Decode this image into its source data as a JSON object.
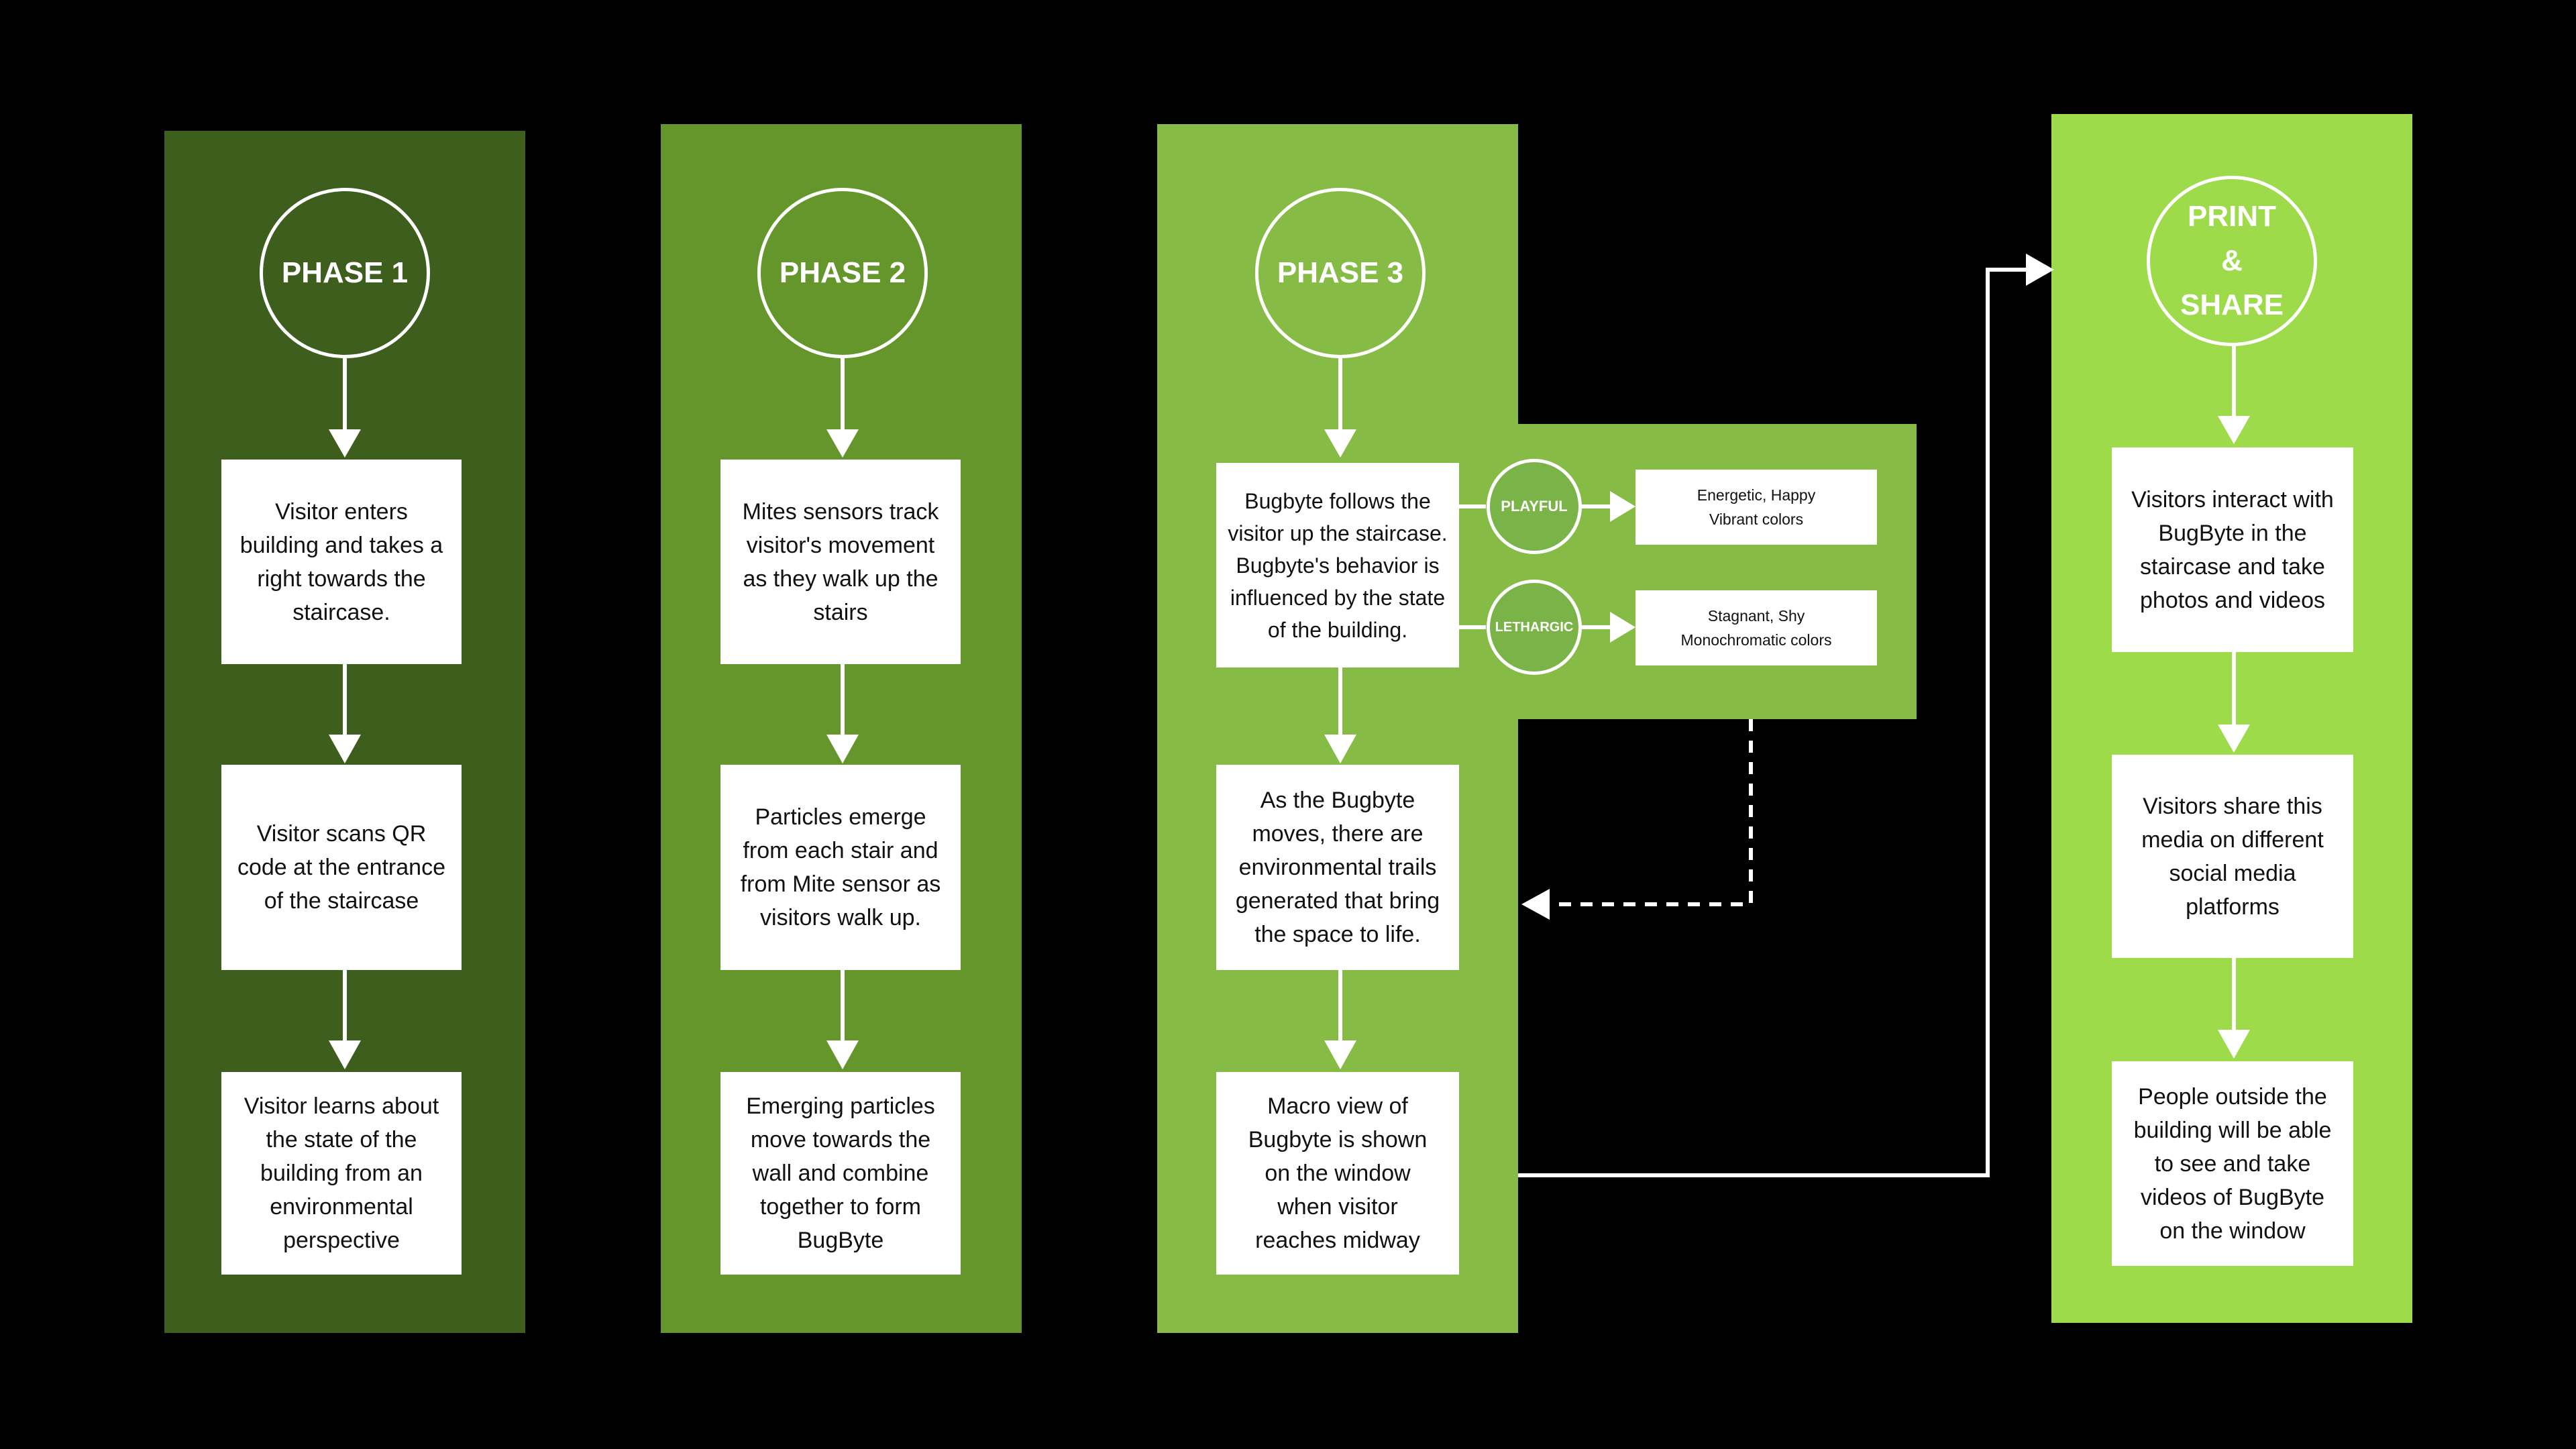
{
  "colors": {
    "background": "#000000",
    "phase1": "#3e5e1e",
    "phase2": "#65962b",
    "phase3": "#86bc45",
    "print_share": "#9ddb4b",
    "box": "#ffffff",
    "line": "#ffffff"
  },
  "phase1": {
    "title": "PHASE 1",
    "steps": [
      "Visitor enters\nbuilding and takes a\nright towards the\nstaircase.",
      "Visitor scans QR\ncode at the entrance\nof the staircase",
      "Visitor learns about\nthe state of the\nbuilding from an\nenvironmental\nperspective"
    ]
  },
  "phase2": {
    "title": "PHASE 2",
    "steps": [
      "Mites sensors track\nvisitor's movement\nas they walk up the\nstairs",
      "Particles emerge\nfrom each stair and\nfrom Mite sensor as\nvisitors walk up.",
      "Emerging particles\nmove towards the\nwall and combine\ntogether to form\nBugByte"
    ]
  },
  "phase3": {
    "title": "PHASE 3",
    "steps": [
      "Bugbyte follows the\nvisitor up the staircase.\nBugbyte's behavior is\ninfluenced by the state\nof the building.",
      "As the Bugbyte\nmoves, there are\nenvironmental trails\ngenerated that bring\nthe space to life.",
      "Macro view of\nBugbyte is shown\non the window\nwhen visitor\nreaches midway"
    ],
    "states": [
      {
        "label": "PLAYFUL",
        "description": "Energetic, Happy\nVibrant colors"
      },
      {
        "label": "LETHARGIC",
        "description": "Stagnant, Shy\nMonochromatic colors"
      }
    ]
  },
  "print_share": {
    "title": "PRINT\n&\nSHARE",
    "steps": [
      "Visitors interact with\nBugByte in the\nstaircase and take\nphotos and videos",
      "Visitors share this\nmedia on different\nsocial media\nplatforms",
      "People outside the\nbuilding will be able\nto see and take\nvideos of BugByte\non the window"
    ]
  }
}
